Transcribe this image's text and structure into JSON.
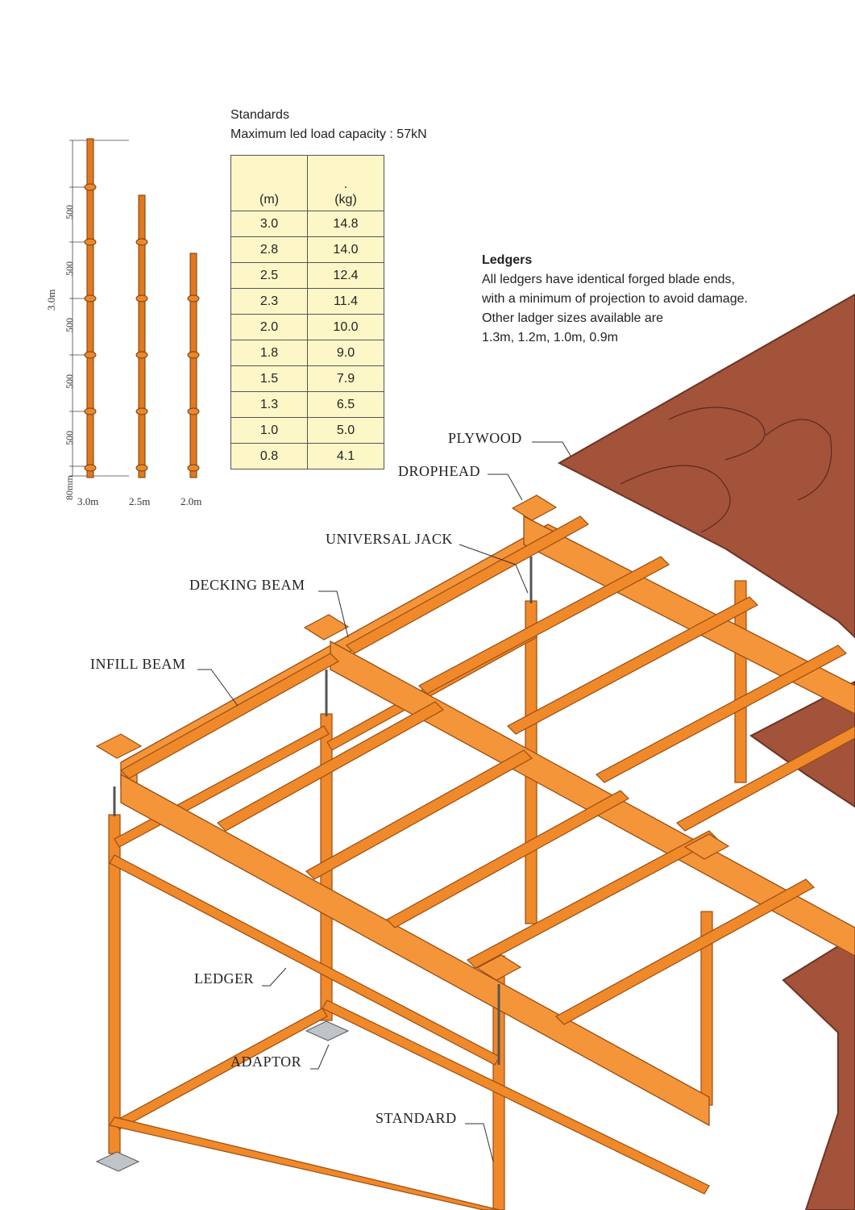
{
  "standards": {
    "heading": "Standards",
    "capacity": "Maximum led load capacity : 57kN",
    "table": {
      "header_marks": [
        "",
        "."
      ],
      "columns": [
        "(m)",
        "(kg)"
      ],
      "rows": [
        [
          "3.0",
          "14.8"
        ],
        [
          "2.8",
          "14.0"
        ],
        [
          "2.5",
          "12.4"
        ],
        [
          "2.3",
          "11.4"
        ],
        [
          "2.0",
          "10.0"
        ],
        [
          "1.8",
          "9.0"
        ],
        [
          "1.5",
          "7.9"
        ],
        [
          "1.3",
          "6.5"
        ],
        [
          "1.0",
          "5.0"
        ],
        [
          "0.8",
          "4.1"
        ]
      ]
    },
    "drawing": {
      "overall_dim": "3.0m",
      "segment_dims": [
        "500",
        "500",
        "500",
        "500",
        "500"
      ],
      "base_dim": "80mm",
      "lengths": [
        "3.0m",
        "2.5m",
        "2.0m"
      ],
      "tube_color": "#e07a1f"
    }
  },
  "ledgers": {
    "title": "Ledgers",
    "lines": [
      "All ledgers have identical forged blade ends,",
      "with a minimum of projection to avoid damage.",
      "Other ladger sizes available are",
      "1.3m, 1.2m, 1.0m, 0.9m"
    ]
  },
  "labels": {
    "plywood": "PLYWOOD",
    "drophead": "DROPHEAD",
    "universal_jack": "UNIVERSAL JACK",
    "decking_beam": "DECKING BEAM",
    "infill_beam": "INFILL BEAM",
    "ledger": "LEDGER",
    "adaptor": "ADAPTOR",
    "standard": "STANDARD"
  },
  "colors": {
    "steel_orange": "#f0892a",
    "steel_dark": "#c4621a",
    "plywood": "#a3533a",
    "plywood_edge": "#6e3424",
    "table_fill": "#fdf7c8"
  }
}
